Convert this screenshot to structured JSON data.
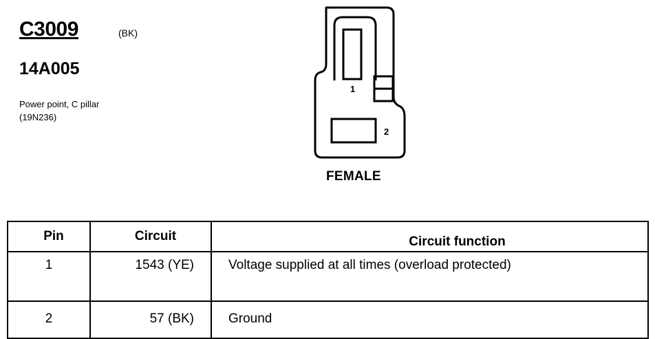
{
  "connector": {
    "id": "C3009",
    "color": "(BK)",
    "part_number": "14A005",
    "description": "Power point, C pillar (19N236)",
    "gender": "FEMALE",
    "cavity_labels": [
      "1",
      "2"
    ]
  },
  "table": {
    "headers": {
      "pin": "Pin",
      "circuit": "Circuit",
      "function": "Circuit function"
    },
    "rows": [
      {
        "pin": "1",
        "circuit": "1543 (YE)",
        "function": "Voltage supplied at all times (overload protected)"
      },
      {
        "pin": "2",
        "circuit": "57 (BK)",
        "function": "Ground"
      }
    ]
  }
}
